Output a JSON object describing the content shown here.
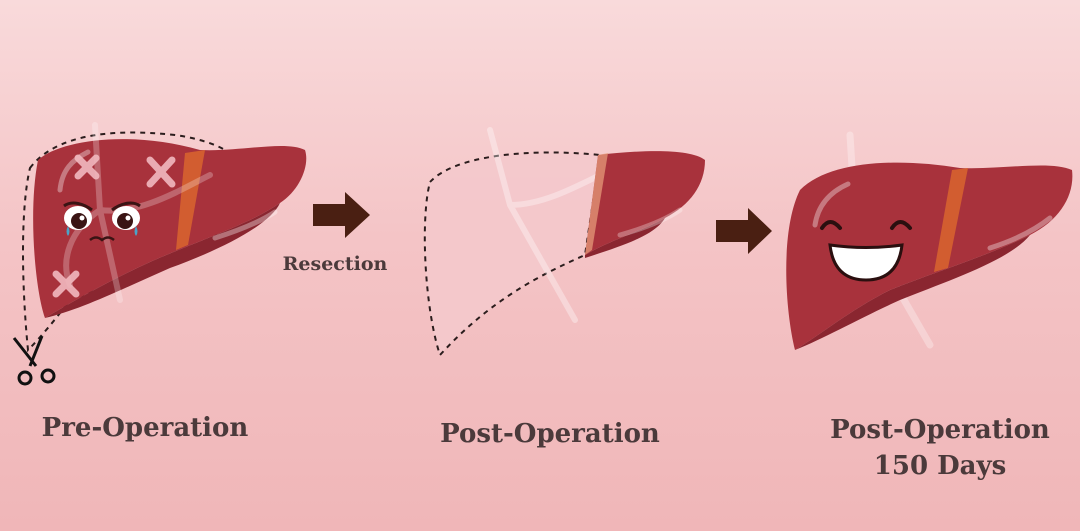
{
  "stages": [
    {
      "label": "Pre-Operation",
      "mood": "sad",
      "icons": [
        "scissors-icon",
        "bandage-icon"
      ]
    },
    {
      "label": "Post-Operation",
      "mood": "none"
    },
    {
      "label_line1": "Post-Operation",
      "label_line2": "150 Days",
      "mood": "happy"
    }
  ],
  "arrow_label": "Resection",
  "colors": {
    "liver": "#a8323c",
    "liver_dark": "#8a2630",
    "ghost": "#f3c8cb",
    "arrow": "#4a1f12",
    "band": "#d9652e"
  }
}
